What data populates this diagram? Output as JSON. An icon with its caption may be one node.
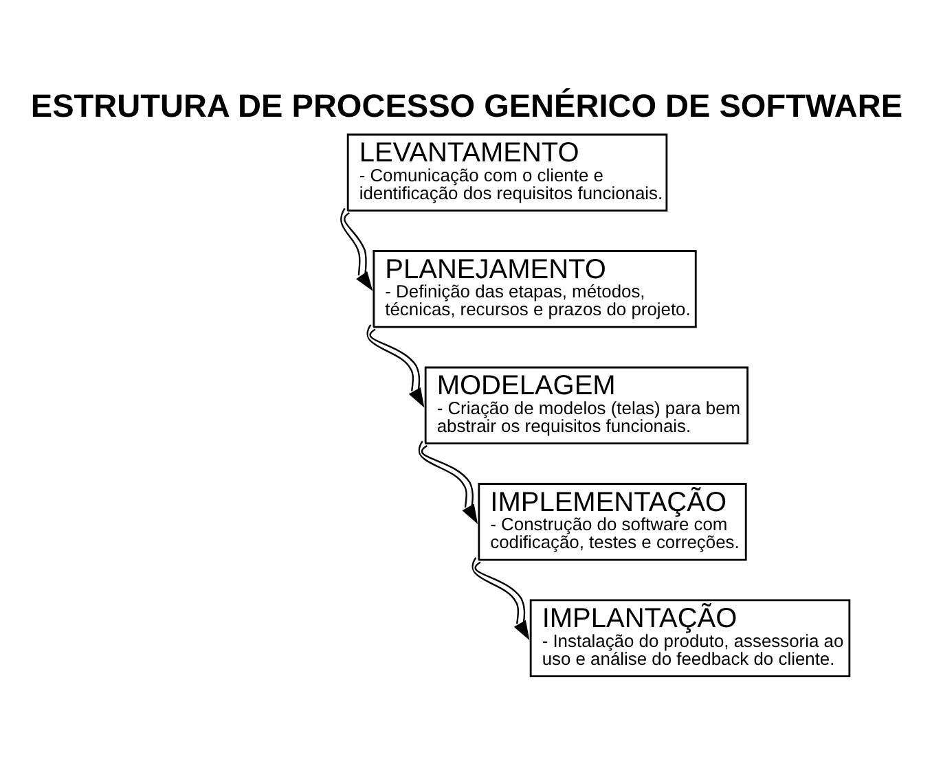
{
  "diagram": {
    "title": "ESTRUTURA DE PROCESSO GENÉRICO DE SOFTWARE",
    "nodes": [
      {
        "text": [
          "LEVANTAMENTO",
          "- Comunicação com o cliente e identificação dos requisitos funcionais."
        ]
      },
      {
        "text": [
          "PLANEJAMENTO",
          "- Definição das etapas, métodos, técnicas, recursos e prazos do projeto."
        ]
      },
      {
        "text": [
          "MODELAGEM",
          "- Criação de modelos (telas) para bem abstrair os requisitos funcionais."
        ]
      },
      {
        "text": [
          "IMPLEMENTAÇÃO",
          "- Construção do software com codificação, testes e correções."
        ]
      },
      {
        "text": [
          "IMPLANTAÇÃO",
          "- Instalação do produto, assessoria ao uso e análise do feedback do cliente."
        ]
      }
    ],
    "edges": [
      {
        "from": 0,
        "to": 1,
        "arrow": "to"
      },
      {
        "from": 1,
        "to": 2,
        "arrow": "to"
      },
      {
        "from": 2,
        "to": 3,
        "arrow": "to"
      },
      {
        "from": 3,
        "to": 4,
        "arrow": "to"
      }
    ]
  }
}
